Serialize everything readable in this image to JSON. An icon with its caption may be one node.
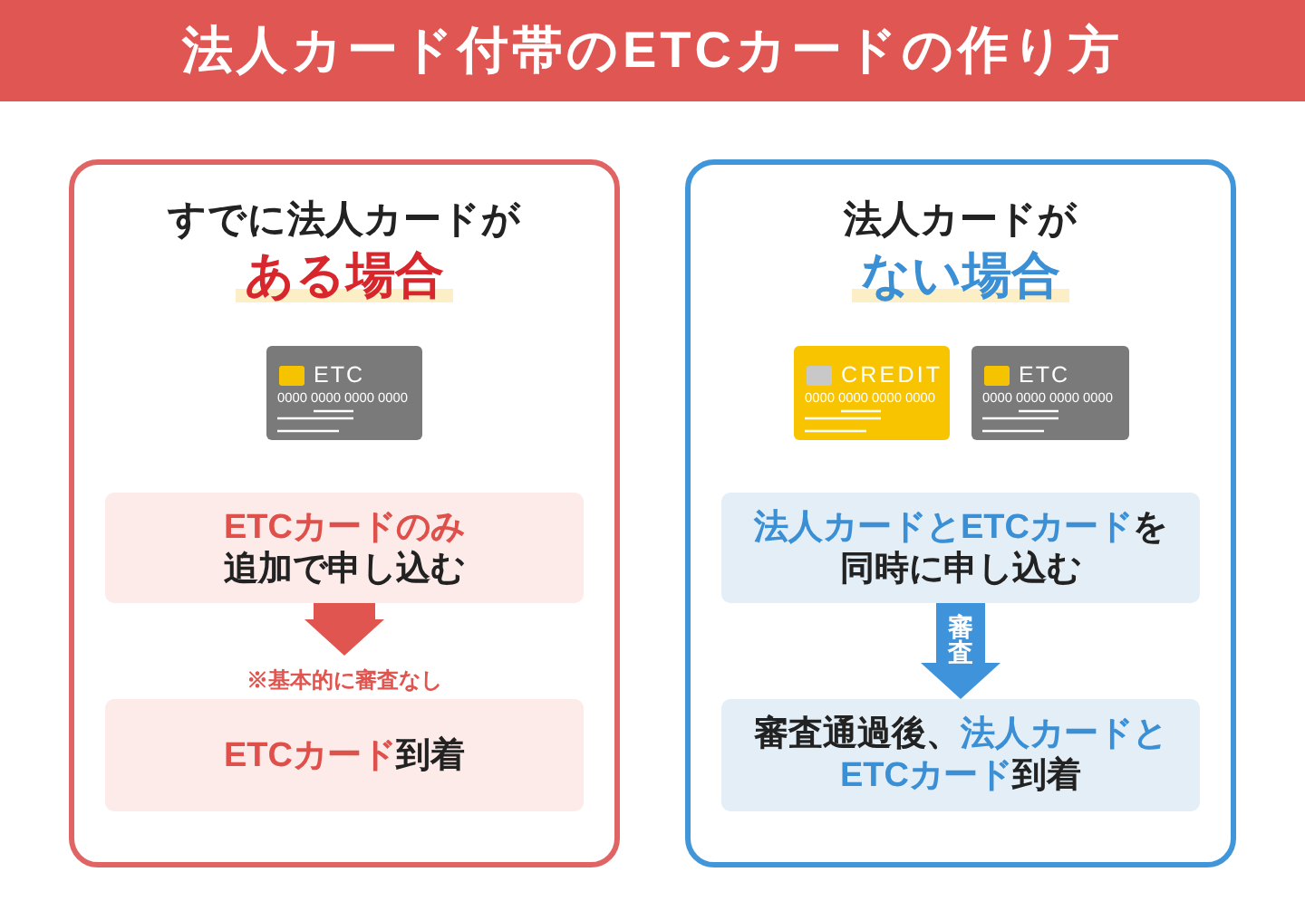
{
  "diagram": {
    "title": "法人カード付帯のETCカードの作り方",
    "nodes": [
      {
        "text": [
          "すでに法人カードが",
          "ある場合"
        ]
      },
      {
        "text": [
          "ETC",
          "0000 0000 0000 0000"
        ],
        "in": 0
      },
      {
        "text": [
          "**ETCカードのみ**追加で申し込む"
        ],
        "in": 0
      },
      {
        "text": [
          "**ETCカード**到着"
        ],
        "in": 0
      },
      {
        "text": [
          "法人カードが",
          "ない場合"
        ]
      },
      {
        "text": [
          "CREDIT",
          "0000 0000 0000 0000"
        ],
        "in": 4
      },
      {
        "text": [
          "ETC",
          "0000 0000 0000 0000"
        ],
        "in": 4
      },
      {
        "text": [
          "**法人カードとETCカード**を同時に申し込む"
        ],
        "in": 4
      },
      {
        "text": [
          "審査通過後、**法人カードとETCカード**到着"
        ],
        "in": 4
      }
    ],
    "edges": [
      {
        "from": 2,
        "to": 3,
        "arrow": "to",
        "label": "※基本的に審査なし",
        "color": "#e0554f"
      },
      {
        "from": 7,
        "to": 8,
        "arrow": "to",
        "label": "審査",
        "color": "#3f93db"
      }
    ]
  }
}
